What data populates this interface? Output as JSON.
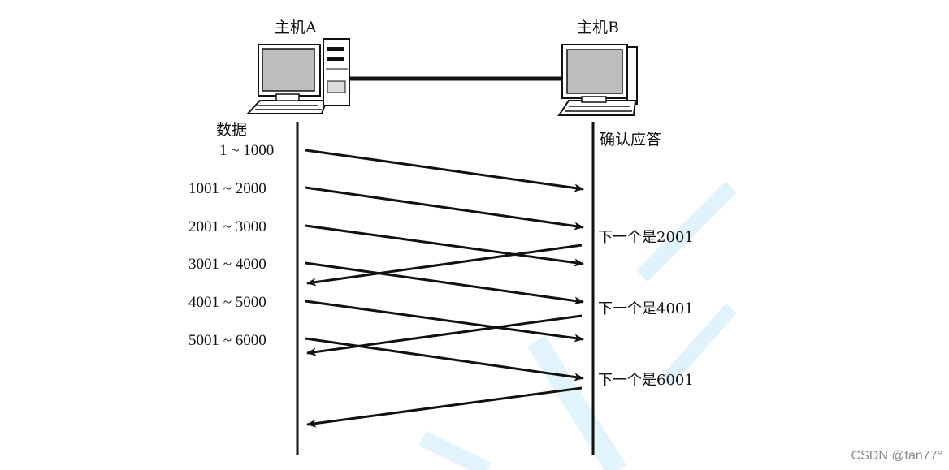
{
  "hosts": {
    "a": {
      "label": "主机A"
    },
    "b": {
      "label": "主机B"
    }
  },
  "sender_column_label": "数据",
  "receiver_column_label": "确认应答",
  "segments": [
    {
      "label": "1 ~ 1000"
    },
    {
      "label": "1001 ~ 2000"
    },
    {
      "label": "2001 ~ 3000"
    },
    {
      "label": "3001 ~ 4000"
    },
    {
      "label": "4001 ~ 5000"
    },
    {
      "label": "5001 ~ 6000"
    }
  ],
  "acks": [
    {
      "label": "下一个是2001"
    },
    {
      "label": "下一个是4001"
    },
    {
      "label": "下一个是6001"
    }
  ],
  "watermark": "CSDN @tan77°",
  "colors": {
    "line": "#111111",
    "watermark_accent": "#1aa3e8"
  }
}
